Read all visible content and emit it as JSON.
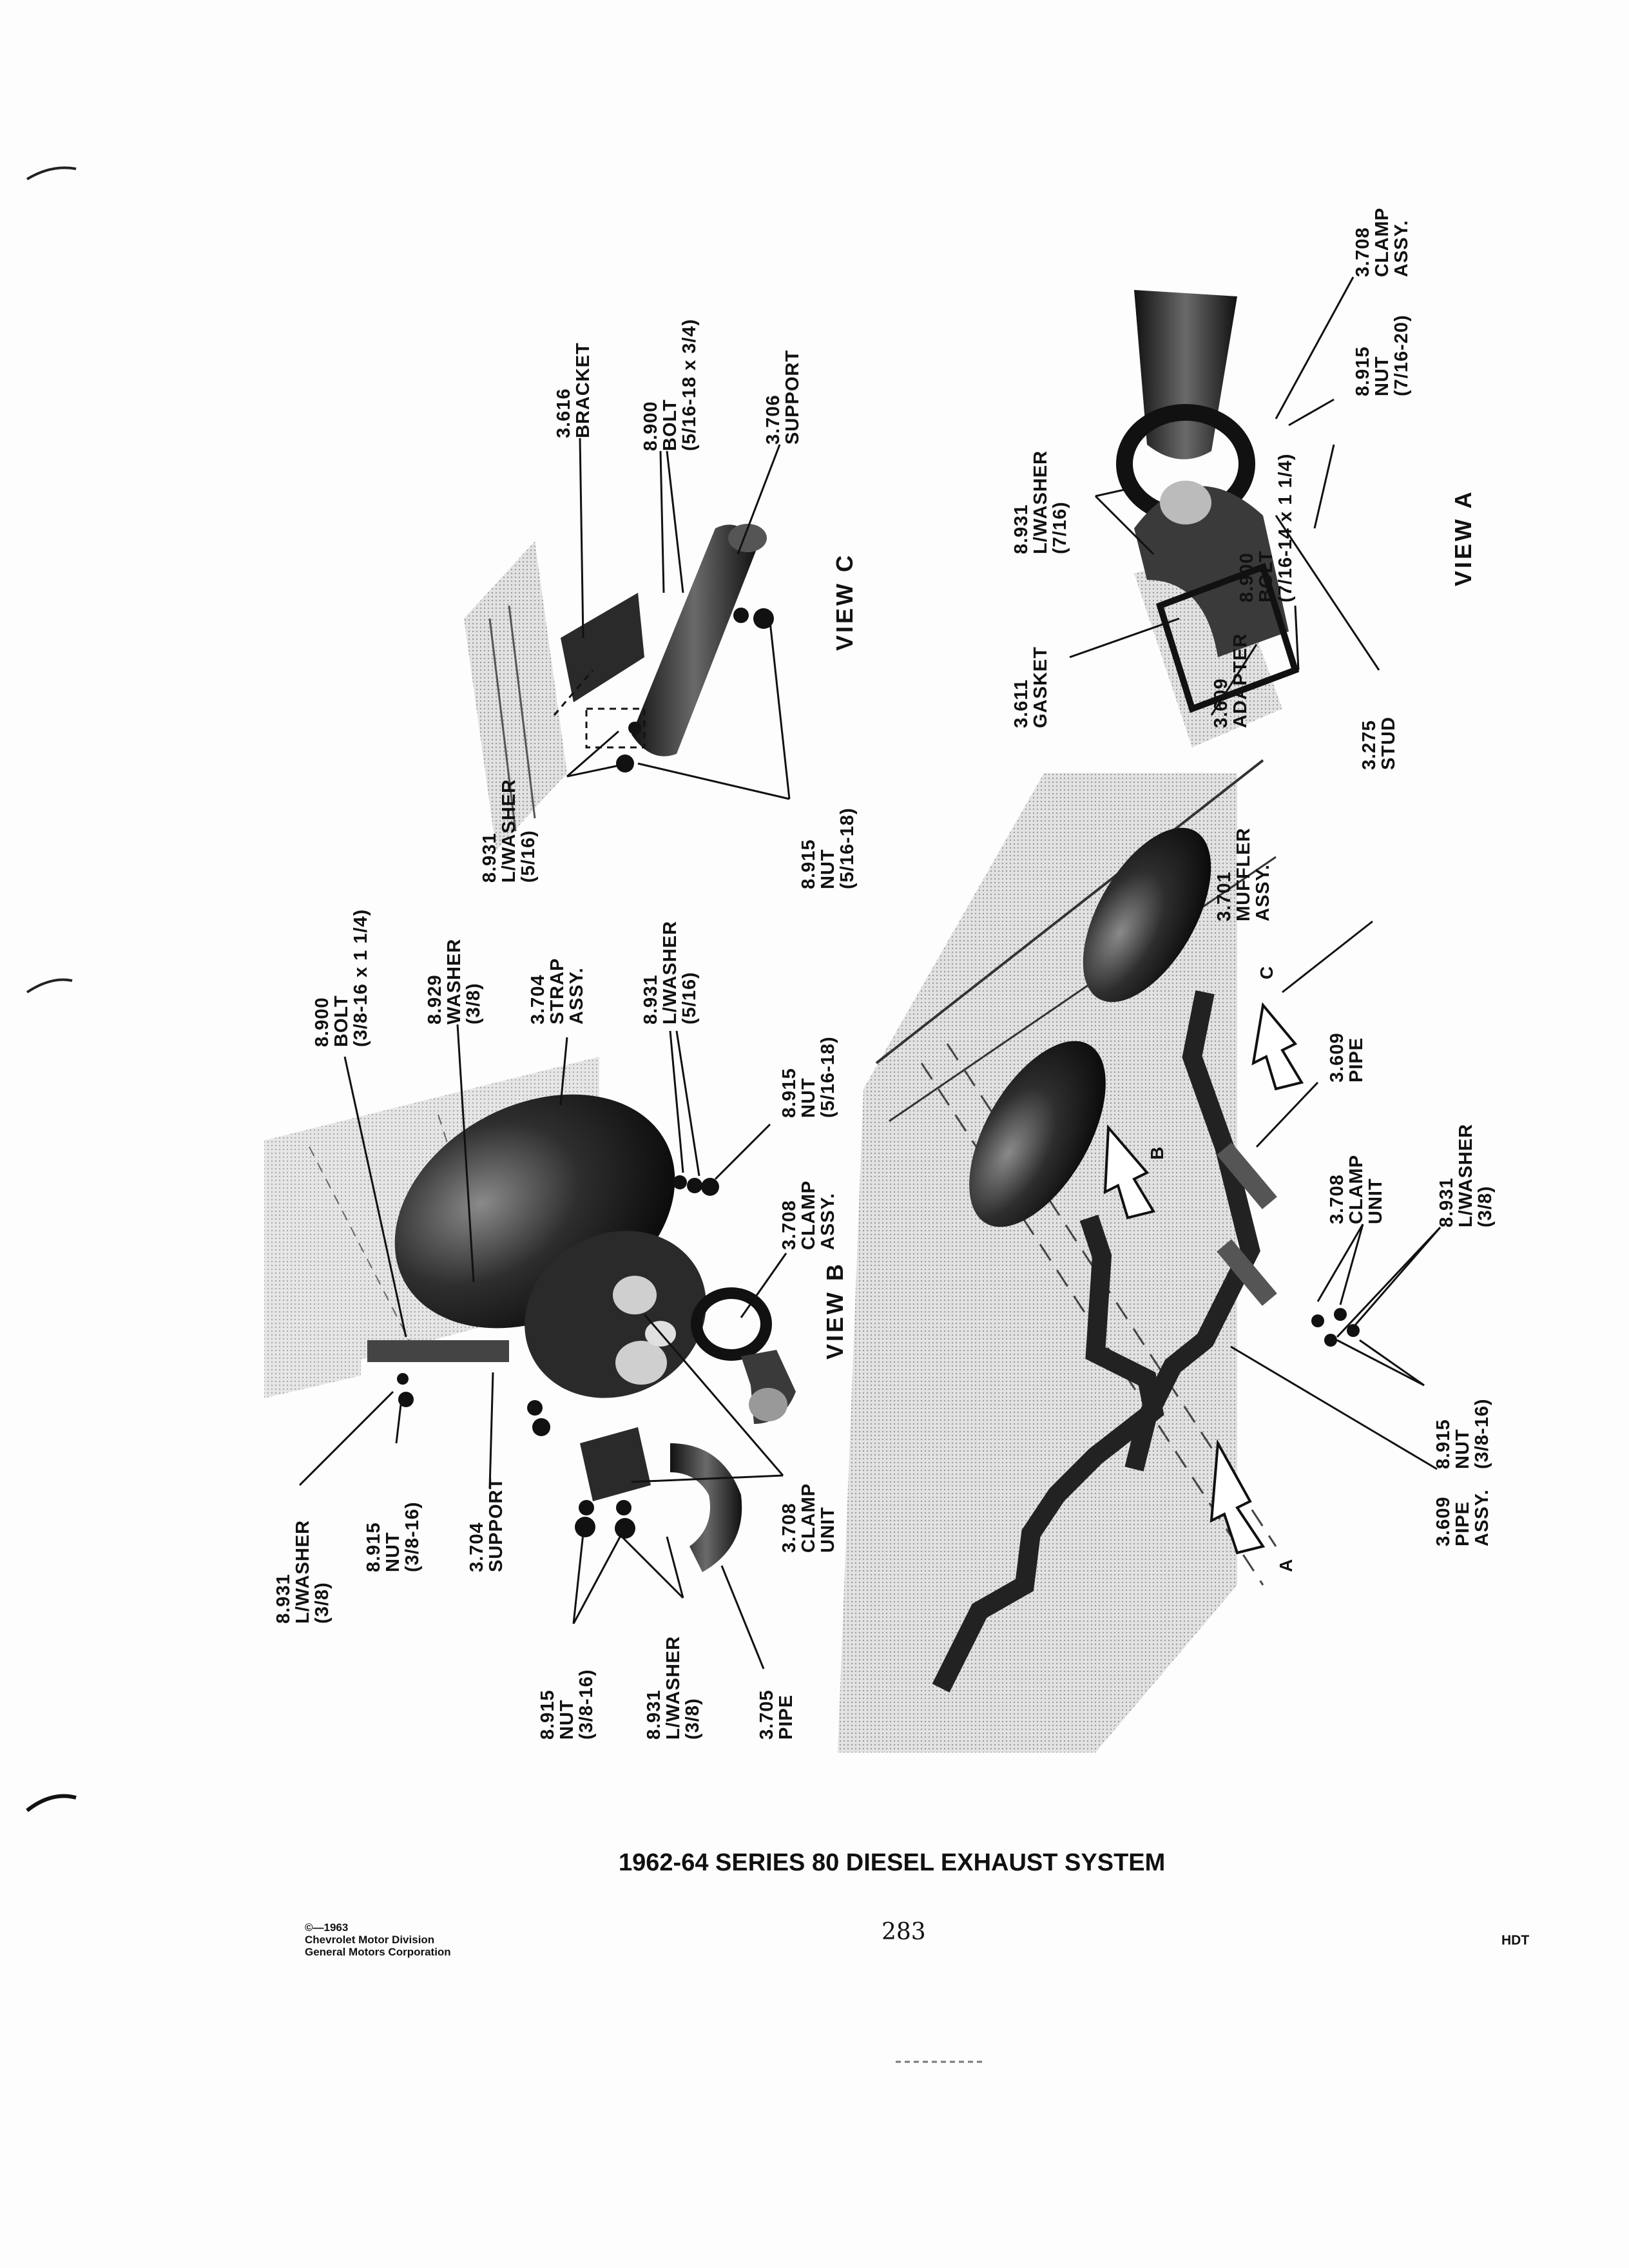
{
  "page_title": "1962-64 SERIES 80 DIESEL EXHAUST SYSTEM",
  "page_number": "283",
  "footer_copyright": [
    "©—1963",
    "Chevrolet Motor Division",
    "General Motors Corporation"
  ],
  "footer_code": "HDT",
  "views": {
    "view_b": {
      "title": "VIEW B",
      "labels": [
        {
          "id": "b1",
          "lines": [
            "8.931",
            "L/WASHER",
            "(3/8)"
          ]
        },
        {
          "id": "b2",
          "lines": [
            "8.915",
            "NUT",
            "(3/8-16)"
          ]
        },
        {
          "id": "b3",
          "lines": [
            "3.704",
            "SUPPORT"
          ]
        },
        {
          "id": "b4",
          "lines": [
            "8.900",
            "BOLT",
            "(3/8-16 x 1 1/4)"
          ]
        },
        {
          "id": "b5",
          "lines": [
            "8.929",
            "WASHER",
            "(3/8)"
          ]
        },
        {
          "id": "b6",
          "lines": [
            "3.704",
            "STRAP",
            "ASSY."
          ]
        },
        {
          "id": "b7",
          "lines": [
            "8.931",
            "L/WASHER",
            "(5/16)"
          ]
        },
        {
          "id": "b8",
          "lines": [
            "8.915",
            "NUT",
            "(5/16-18)"
          ]
        },
        {
          "id": "b9",
          "lines": [
            "3.708",
            "CLAMP",
            "ASSY."
          ]
        },
        {
          "id": "b10",
          "lines": [
            "3.708",
            "CLAMP",
            "UNIT"
          ]
        },
        {
          "id": "b11",
          "lines": [
            "8.915",
            "NUT",
            "(3/8-16)"
          ]
        },
        {
          "id": "b12",
          "lines": [
            "8.931",
            "L/WASHER",
            "(3/8)"
          ]
        },
        {
          "id": "b13",
          "lines": [
            "3.705",
            "PIPE"
          ]
        }
      ]
    },
    "view_c": {
      "title": "VIEW C",
      "labels": [
        {
          "id": "c1",
          "lines": [
            "3.616",
            "BRACKET"
          ]
        },
        {
          "id": "c2",
          "lines": [
            "8.900",
            "BOLT",
            "(5/16-18 x 3/4)"
          ]
        },
        {
          "id": "c3",
          "lines": [
            "3.706",
            "SUPPORT"
          ]
        },
        {
          "id": "c4",
          "lines": [
            "8.931",
            "L/WASHER",
            "(5/16)"
          ]
        },
        {
          "id": "c5",
          "lines": [
            "8.915",
            "NUT",
            "(5/16-18)"
          ]
        }
      ]
    },
    "view_a": {
      "title": "VIEW A",
      "labels": [
        {
          "id": "a1",
          "lines": [
            "8.931",
            "L/WASHER",
            "(7/16)"
          ]
        },
        {
          "id": "a2",
          "lines": [
            "3.611",
            "GASKET"
          ]
        },
        {
          "id": "a3",
          "lines": [
            "3.609",
            "ADAPTER"
          ]
        },
        {
          "id": "a4",
          "lines": [
            "3.275",
            "STUD"
          ]
        },
        {
          "id": "a5",
          "lines": [
            "8.900",
            "BOLT",
            "(7/16-14 x 1 1/4)"
          ]
        },
        {
          "id": "a6",
          "lines": [
            "8.915",
            "NUT",
            "(7/16-20)"
          ]
        },
        {
          "id": "a7",
          "lines": [
            "3.708",
            "CLAMP",
            "ASSY."
          ]
        }
      ]
    },
    "main": {
      "callouts": [
        "A",
        "B",
        "C"
      ],
      "labels": [
        {
          "id": "m1",
          "lines": [
            "3.701",
            "MUFFLER",
            "ASSY."
          ]
        },
        {
          "id": "m2",
          "lines": [
            "3.609",
            "PIPE"
          ]
        },
        {
          "id": "m3",
          "lines": [
            "3.708",
            "CLAMP",
            "UNIT"
          ]
        },
        {
          "id": "m4",
          "lines": [
            "8.931",
            "L/WASHER",
            "(3/8)"
          ]
        },
        {
          "id": "m5",
          "lines": [
            "8.915",
            "NUT",
            "(3/8-16)"
          ]
        },
        {
          "id": "m6",
          "lines": [
            "3.609",
            "PIPE",
            "ASSY."
          ]
        }
      ]
    }
  }
}
